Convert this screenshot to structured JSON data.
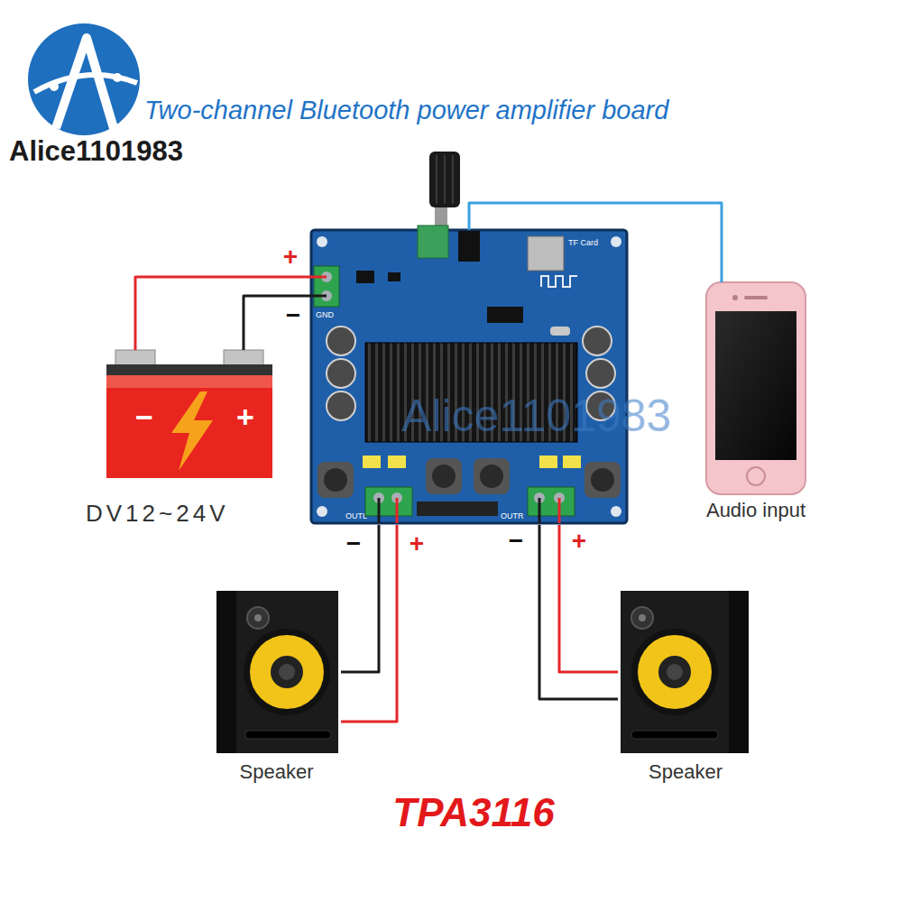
{
  "diagram": {
    "title": "Two-channel Bluetooth power amplifier board",
    "caption": "TPA3116",
    "nodes": [
      {
        "text": [
          "TF Card",
          "GND",
          "OUTL",
          "OUTR"
        ]
      },
      {
        "text": [
          "DV12~24V"
        ]
      },
      {
        "text": [
          "Audio input"
        ]
      },
      {
        "text": [
          "Speaker"
        ]
      },
      {
        "text": [
          "Speaker"
        ]
      }
    ],
    "edges": [
      {
        "from": 1,
        "to": 0,
        "arrow": "none",
        "label": "+"
      },
      {
        "from": 1,
        "to": 0,
        "arrow": "none",
        "label": "−"
      },
      {
        "from": 0,
        "to": 3,
        "arrow": "none",
        "label": "−"
      },
      {
        "from": 0,
        "to": 3,
        "arrow": "none",
        "label": "+"
      },
      {
        "from": 0,
        "to": 4,
        "arrow": "none",
        "label": "−"
      },
      {
        "from": 0,
        "to": 4,
        "arrow": "none",
        "label": "+"
      },
      {
        "from": 2,
        "to": 0,
        "arrow": "none"
      }
    ],
    "labels": [
      "Alice1101983",
      "−",
      "+",
      "Alice1101983"
    ]
  }
}
